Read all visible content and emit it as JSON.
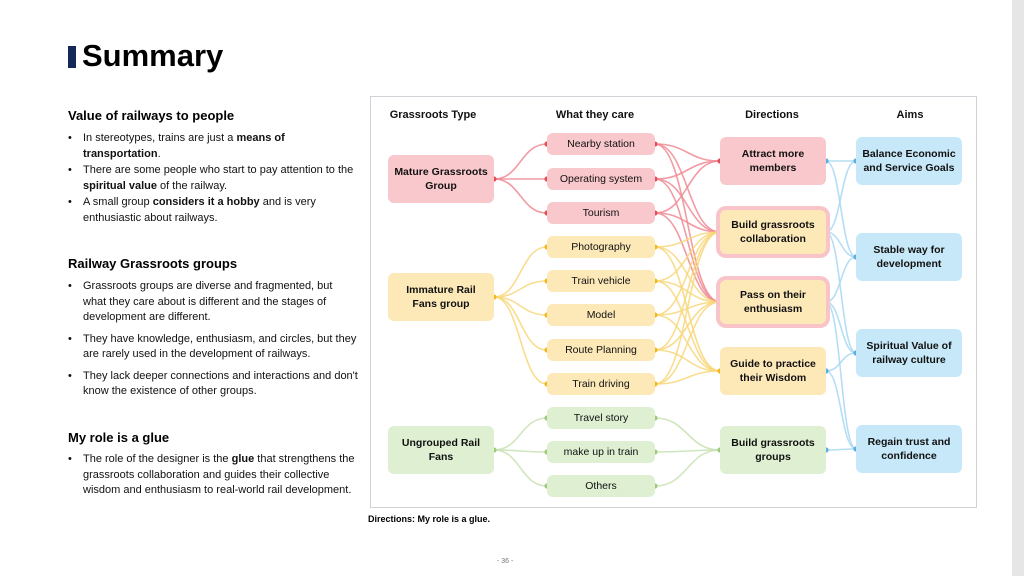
{
  "title": "Summary",
  "sections": {
    "value": {
      "heading": "Value of railways to people",
      "bullets": [
        {
          "pre": "In stereotypes, trains are just a ",
          "bold": "means of transportation",
          "post": "."
        },
        {
          "pre": "There are some people who start to pay attention to the ",
          "bold": "spiritual value",
          "post": " of the railway."
        },
        {
          "pre": "A small group ",
          "bold": "considers it a hobby",
          "post": " and is very enthusiastic about railways."
        }
      ]
    },
    "groups": {
      "heading": "Railway Grassroots groups",
      "bullets": [
        "Grassroots groups are diverse and fragmented, but what they care about is different and the stages of development are different.",
        "They have knowledge, enthusiasm, and circles, but they are rarely used in the development of railways.",
        "They lack deeper connections and interactions and don't know the existence of other groups."
      ]
    },
    "role": {
      "heading": "My role is a glue",
      "bullets": [
        {
          "pre": "The role of the designer is the ",
          "bold": "glue",
          "post": " that strengthens the grassroots collaboration and guides their collective wisdom and enthusiasm to real-world rail development."
        }
      ]
    }
  },
  "diagram": {
    "headers": {
      "type": "Grassroots Type",
      "care": "What they care",
      "directions": "Directions",
      "aims": "Aims"
    },
    "types": [
      {
        "label": "Mature Grassroots Group",
        "color": "#f9c8cc"
      },
      {
        "label": "Immature Rail Fans group",
        "color": "#fde9b8"
      },
      {
        "label": "Ungrouped Rail Fans",
        "color": "#deefd2"
      }
    ],
    "cares": [
      "Nearby station",
      "Operating system",
      "Tourism",
      "Photography",
      "Train vehicle",
      "Model",
      "Route Planning",
      "Train driving",
      "Travel story",
      "make up in train",
      "Others"
    ],
    "directions": [
      "Attract more members",
      "Build grassroots collaboration",
      "Pass on their enthusiasm",
      "Guide to practice their Wisdom",
      "Build grassroots groups"
    ],
    "aims": [
      "Balance Economic and Service Goals",
      "Stable way for development",
      "Spiritual Value of railway culture",
      "Regain trust and confidence"
    ],
    "colors": {
      "red": "#f9c8cc",
      "red_line": "#f08a93",
      "red_dot": "#e84b57",
      "yellow": "#fde9b8",
      "yellow_line": "#f8d77a",
      "yellow_dot": "#f3b81c",
      "green": "#deefd2",
      "green_line": "#c8e2b4",
      "green_dot": "#9ccb7a",
      "blue": "#c7e8f8",
      "blue_line": "#a8d8f2",
      "blue_dot": "#5aaee0"
    }
  },
  "caption": "Directions: My role is a glue.",
  "page_number": "- 36 -"
}
